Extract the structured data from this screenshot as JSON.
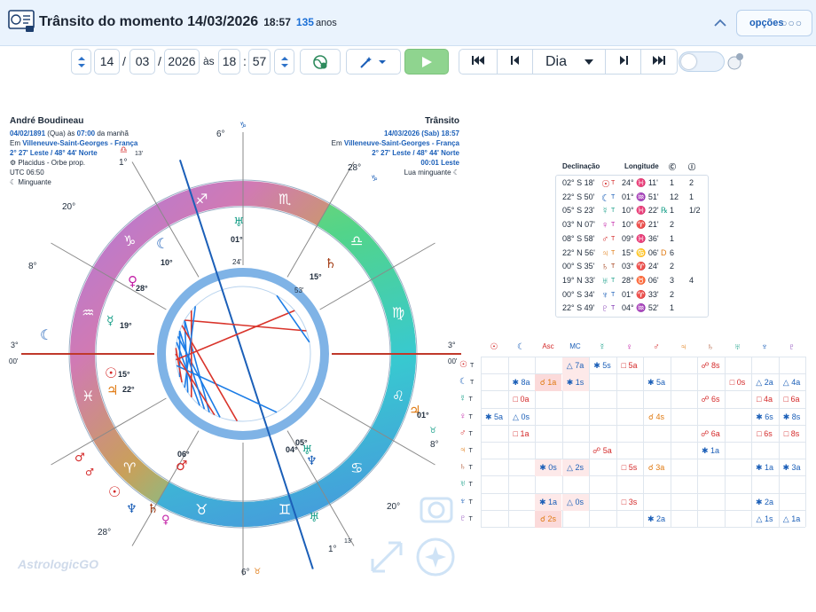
{
  "header": {
    "title": "Trânsito do momento 14/03/2026",
    "time": "18:57",
    "age": "135",
    "age_unit": "anos",
    "options_label": "opções"
  },
  "toolbar": {
    "day": "14",
    "month": "03",
    "year": "2026",
    "at_label": "às",
    "hour": "18",
    "minute": "57",
    "sep_date": "/",
    "sep_time": ":",
    "period_label": "Dia"
  },
  "natal": {
    "name": "André Boudineau",
    "date": "04/02/1891",
    "weekday": "(Qua) às",
    "time": "07:00",
    "time_suffix": "da manhã",
    "place_prefix": "Em",
    "place": "Villeneuve-Saint-Georges - França",
    "coords": "2° 27' Leste / 48° 44' Norte",
    "house_system": "Placidus - Orbe prop.",
    "utc": "UTC 06:50",
    "moon_phase": "Minguante"
  },
  "transit": {
    "name": "Trânsito",
    "date": "14/03/2026 (Sab) 18:57",
    "place_prefix": "Em",
    "place": "Villeneuve-Saint-Georges - França",
    "coords": "2° 27' Leste / 48° 44' Norte",
    "tz": "00:01 Leste",
    "moon_phase": "Lua minguante"
  },
  "wheel_labels": {
    "top_cusp": "6°",
    "asc_deg": "3°",
    "asc_min": "00'",
    "dsc_deg": "3°",
    "dsc_min": "00'",
    "bottom_cusp": "6°",
    "c20_left": "20°",
    "c8_left": "8°",
    "c28_right": "28°",
    "c8_right": "8°",
    "c20_right": "20°",
    "c28_left": "28°",
    "mc_top": "1°",
    "mc_top_min": "13'",
    "mc_bottom": "1°",
    "mc_bottom_min": "13'",
    "inner_moon": "10°",
    "inner_venus": "28°",
    "inner_mercury": "19°",
    "inner_sun": "15°",
    "inner_jupiter": "22°",
    "inner_pluto": "01°",
    "inner_mars": "06°",
    "inner_uranus": "05°",
    "inner_neptune": "04°",
    "inner_saturn": "15°",
    "inner_chiron": "01°",
    "inner_mc": "24'",
    "inner_asc": "53'",
    "watermark": "AstrologicGO"
  },
  "positions": {
    "col_decl": "Declinação",
    "col_long": "Longitude",
    "rows": [
      {
        "decl": "02° S 18'",
        "glyph": "☉",
        "long": "24° ♓ 11'",
        "extra": "",
        "h1": "1",
        "h2": "2",
        "color": "#d42a2a"
      },
      {
        "decl": "22° S 50'",
        "glyph": "☾",
        "long": "01° ♒ 51'",
        "extra": "",
        "h1": "12",
        "h2": "1",
        "color": "#1b5fb8"
      },
      {
        "decl": "05° S 23'",
        "glyph": "☿",
        "long": "10° ♓ 22'",
        "extra": "℞",
        "h1": "1",
        "h2": "1/2",
        "color": "#1aa08a"
      },
      {
        "decl": "03° N 07'",
        "glyph": "♀",
        "long": "10° ♈ 21'",
        "extra": "",
        "h1": "2",
        "h2": "",
        "color": "#c21fa6"
      },
      {
        "decl": "08° S 58'",
        "glyph": "♂",
        "long": "09° ♓ 36'",
        "extra": "",
        "h1": "1",
        "h2": "",
        "color": "#d42a2a"
      },
      {
        "decl": "22° N 56'",
        "glyph": "♃",
        "long": "15° ♋ 06'",
        "extra": "D",
        "h1": "6",
        "h2": "",
        "color": "#e07a12"
      },
      {
        "decl": "00° S 35'",
        "glyph": "♄",
        "long": "03° ♈ 24'",
        "extra": "",
        "h1": "2",
        "h2": "",
        "color": "#a33c14"
      },
      {
        "decl": "19° N 33'",
        "glyph": "♅",
        "long": "28° ♉ 06'",
        "extra": "",
        "h1": "3",
        "h2": "4",
        "color": "#1aa08a"
      },
      {
        "decl": "00° S 34'",
        "glyph": "♆",
        "long": "01° ♈ 33'",
        "extra": "",
        "h1": "2",
        "h2": "",
        "color": "#1b5fb8"
      },
      {
        "decl": "22° S 49'",
        "glyph": "♇",
        "long": "04° ♒ 52'",
        "extra": "",
        "h1": "1",
        "h2": "",
        "color": "#7b2fb0"
      }
    ]
  },
  "aspects": {
    "cols": [
      "☉",
      "☾",
      "Asc",
      "MC",
      "☿",
      "♀",
      "♂",
      "♃",
      "♄",
      "♅",
      "♆",
      "♇"
    ],
    "col_colors": [
      "#d42a2a",
      "#1b5fb8",
      "#d42a2a",
      "#1b5fb8",
      "#1aa08a",
      "#c21fa6",
      "#d42a2a",
      "#e07a12",
      "#a33c14",
      "#1aa08a",
      "#1b5fb8",
      "#7b2fb0"
    ],
    "rows": [
      {
        "glyph": "☉",
        "color": "#d42a2a",
        "cells": [
          "",
          "",
          "",
          "△ 7a",
          "✱ 5s",
          "□ 5a",
          "",
          "",
          "☍ 8s",
          "",
          "",
          ""
        ]
      },
      {
        "glyph": "☾",
        "color": "#1b5fb8",
        "cells": [
          "",
          "✱ 8a",
          "☌ 1a",
          "✱ 1s",
          "",
          "",
          "✱ 5a",
          "",
          "",
          "□ 0s",
          "△ 2a",
          "△ 4a"
        ]
      },
      {
        "glyph": "☿",
        "color": "#1aa08a",
        "cells": [
          "",
          "□ 0a",
          "",
          "",
          "",
          "",
          "",
          "",
          "☍ 6s",
          "",
          "□ 4a",
          "□ 6a"
        ]
      },
      {
        "glyph": "♀",
        "color": "#c21fa6",
        "cells": [
          "✱ 5a",
          "△ 0s",
          "",
          "",
          "",
          "",
          "☌ 4s",
          "",
          "",
          "",
          "✱ 6s",
          "✱ 8s"
        ]
      },
      {
        "glyph": "♂",
        "color": "#d42a2a",
        "cells": [
          "",
          "□ 1a",
          "",
          "",
          "",
          "",
          "",
          "",
          "☍ 6a",
          "",
          "□ 6s",
          "□ 8s"
        ]
      },
      {
        "glyph": "♃",
        "color": "#e07a12",
        "cells": [
          "",
          "",
          "",
          "",
          "☍ 5a",
          "",
          "",
          "",
          "✱ 1a",
          "",
          "",
          ""
        ]
      },
      {
        "glyph": "♄",
        "color": "#a33c14",
        "cells": [
          "",
          "",
          "✱ 0s",
          "△ 2s",
          "",
          "□ 5s",
          "☌ 3a",
          "",
          "",
          "",
          "✱ 1a",
          "✱ 3a"
        ]
      },
      {
        "glyph": "♅",
        "color": "#1aa08a",
        "cells": [
          "",
          "",
          "",
          "",
          "",
          "",
          "",
          "",
          "",
          "",
          "",
          ""
        ]
      },
      {
        "glyph": "♆",
        "color": "#1b5fb8",
        "cells": [
          "",
          "",
          "✱ 1a",
          "△ 0s",
          "",
          "□ 3s",
          "",
          "",
          "",
          "",
          "✱ 2a",
          ""
        ]
      },
      {
        "glyph": "♇",
        "color": "#7b2fb0",
        "cells": [
          "",
          "",
          "☌ 2s",
          "",
          "",
          "",
          "✱ 2a",
          "",
          "",
          "",
          "△ 1s",
          "△ 1a"
        ]
      }
    ],
    "row_marker": "T"
  }
}
